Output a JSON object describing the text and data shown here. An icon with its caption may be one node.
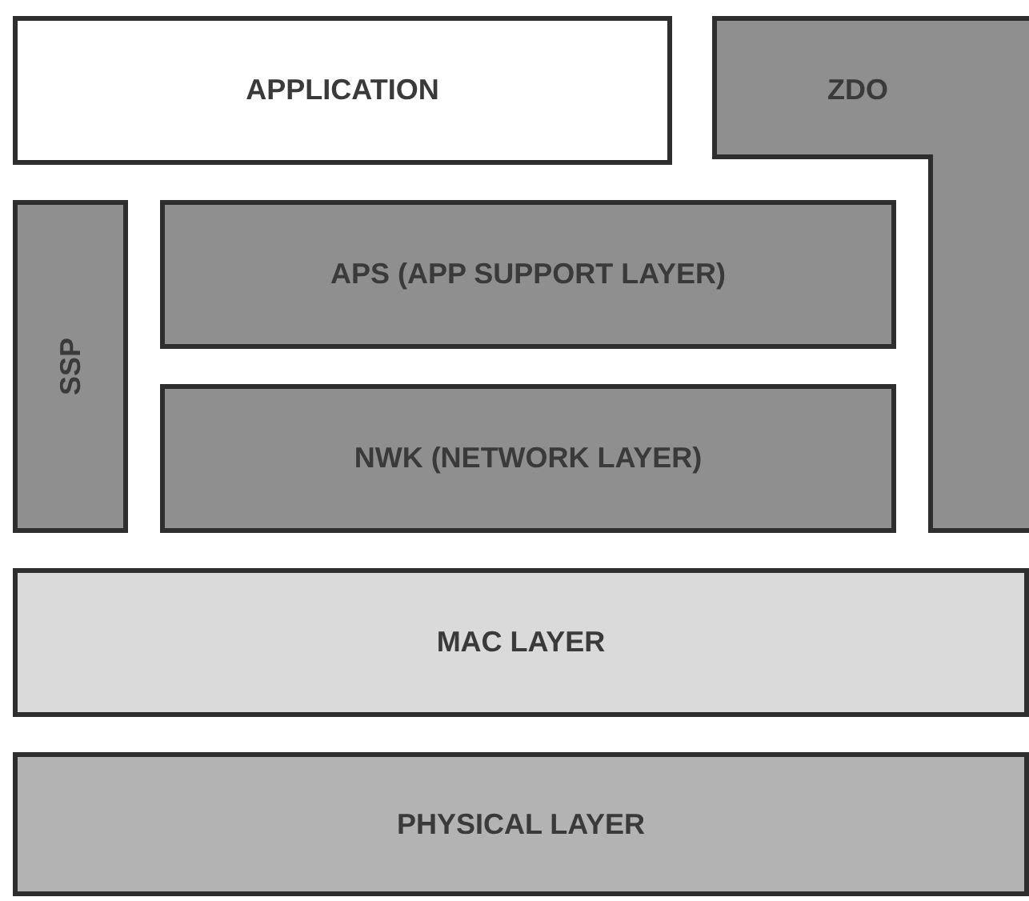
{
  "diagram": {
    "nodes": [
      {
        "text": [
          "APPLICATION"
        ]
      },
      {
        "text": [
          "ZDO"
        ]
      },
      {
        "text": [
          "SSP"
        ]
      },
      {
        "text": [
          "APS (APP SUPPORT LAYER)"
        ]
      },
      {
        "text": [
          "NWK (NETWORK LAYER)"
        ]
      },
      {
        "text": [
          "MAC LAYER"
        ]
      },
      {
        "text": [
          "PHYSICAL LAYER"
        ]
      }
    ]
  }
}
